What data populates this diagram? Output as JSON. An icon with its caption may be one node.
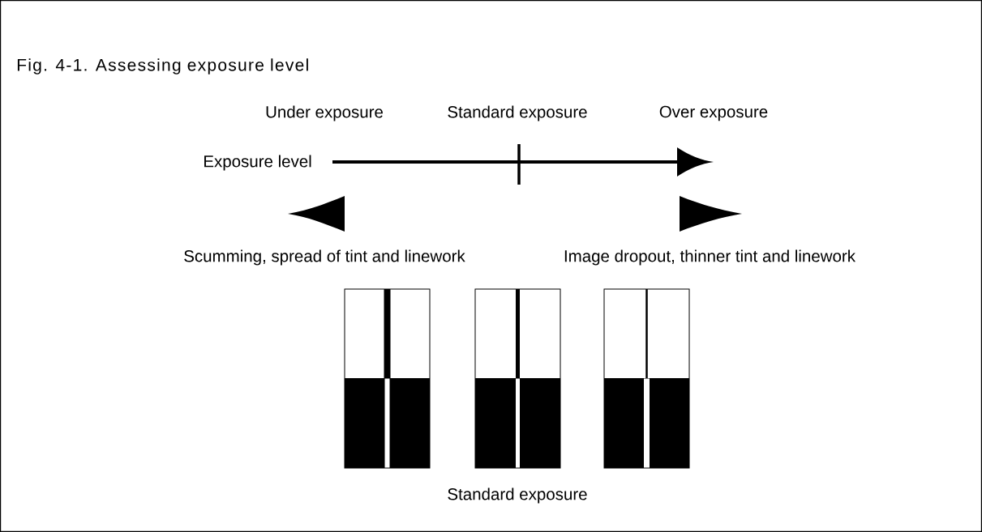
{
  "diagram": {
    "title": "Fig. 4-1. Assessing exposure level",
    "labels": [
      "Under exposure",
      "Standard exposure",
      "Over exposure",
      "Exposure level",
      "Scumming, spread of tint and linework",
      "Image dropout, thinner tint and linework",
      "Standard exposure"
    ]
  }
}
